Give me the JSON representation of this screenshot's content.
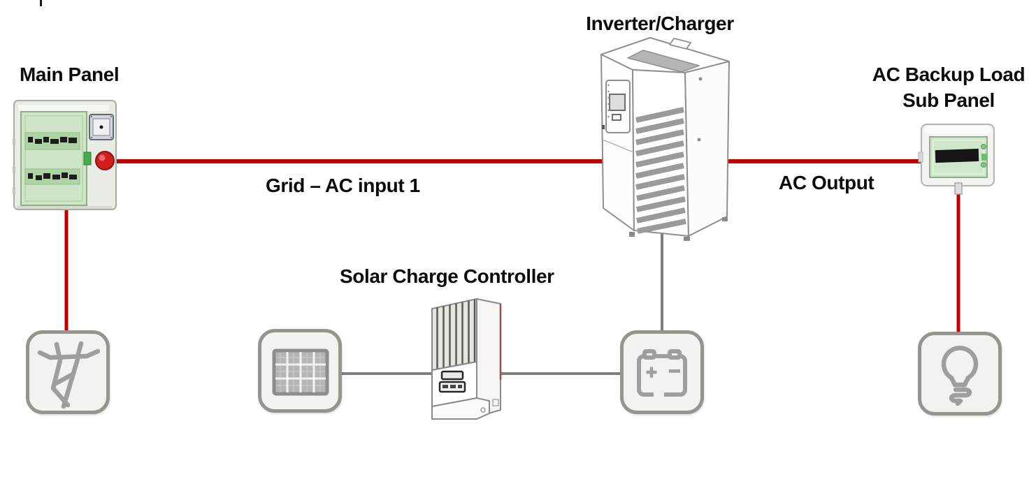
{
  "page": {
    "background": "#ffffff"
  },
  "labels": {
    "main_panel": "Main Panel",
    "inverter_charger": "Inverter/Charger",
    "ac_backup_load_line1": "AC Backup Load",
    "ac_backup_load_line2": "Sub Panel",
    "solar_charge_controller": "Solar Charge Controller",
    "grid_ac_input": "Grid – AC input 1",
    "ac_output": "AC Output"
  },
  "battery_symbols": {
    "positive": "+",
    "negative": "−"
  },
  "icons": {
    "grid": "transmission-tower-icon",
    "pv": "solar-panel-icon",
    "battery": "battery-icon",
    "load": "light-bulb-icon"
  },
  "connections": [
    {
      "from": "Main Panel",
      "to": "Inverter/Charger",
      "label": "Grid – AC input 1",
      "color": "#c00000"
    },
    {
      "from": "Inverter/Charger",
      "to": "AC Backup Load Sub Panel",
      "label": "AC Output",
      "color": "#c00000"
    },
    {
      "from": "Main Panel",
      "to": "transmission-tower-icon",
      "color": "#c00000"
    },
    {
      "from": "AC Backup Load Sub Panel",
      "to": "light-bulb-icon",
      "color": "#c00000"
    },
    {
      "from": "solar-panel-icon",
      "to": "Solar Charge Controller",
      "color": "#7f7f7f"
    },
    {
      "from": "Solar Charge Controller",
      "to": "battery-icon",
      "color": "#7f7f7f"
    },
    {
      "from": "Inverter/Charger",
      "to": "battery-icon",
      "color": "#7f7f7f"
    }
  ],
  "colors": {
    "ac_wire": "#c00000",
    "dc_wire": "#7f7f7f",
    "icon_stroke": "#a09e9a",
    "icon_tile_border": "#95948f",
    "icon_tile_bg": "#f4f2ef",
    "label_text": "#0b0b0b"
  }
}
